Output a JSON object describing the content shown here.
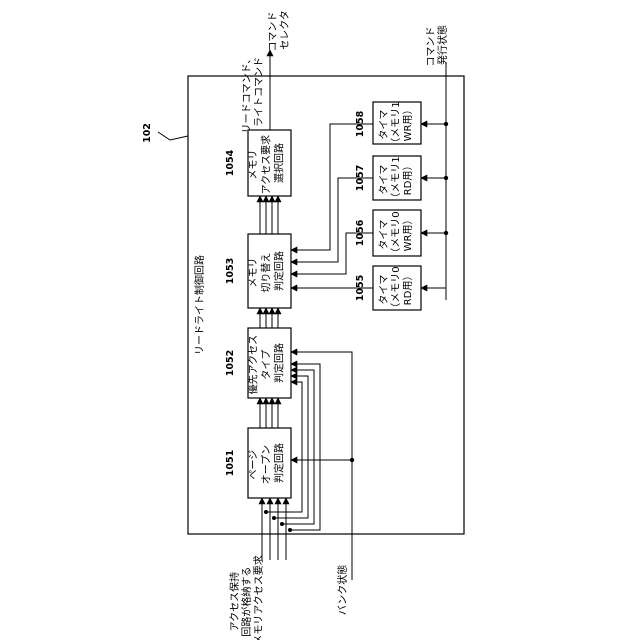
{
  "refs": {
    "main": "102",
    "page_open": "1051",
    "priority": "1052",
    "switch": "1053",
    "select": "1054",
    "timer_m0_rd": "1055",
    "timer_m0_wr": "1056",
    "timer_m1_rd": "1057",
    "timer_m1_wr": "1058"
  },
  "blocks": {
    "page_open": [
      "ページ",
      "オープン",
      "判定回路"
    ],
    "priority": [
      "優先アクセス",
      "タイプ",
      "判定回路"
    ],
    "switch": [
      "メモリ",
      "切り替え",
      "判定回路"
    ],
    "select": [
      "メモリ",
      "アクセス要求",
      "選択回路"
    ],
    "timer_m0_rd": [
      "タイマ",
      "（メモリ0",
      "RD用）"
    ],
    "timer_m0_wr": [
      "タイマ",
      "（メモリ0",
      "WR用）"
    ],
    "timer_m1_rd": [
      "タイマ",
      "（メモリ1",
      "RD用）"
    ],
    "timer_m1_wr": [
      "タイマ",
      "（メモリ1",
      "WR用）"
    ]
  },
  "labels": {
    "circuit": "リードライト制御回路",
    "input_req": [
      "アクセス保持",
      "回路が格納する",
      "メモリアクセス要求"
    ],
    "bank_state": "バンク状態",
    "output_cmd": [
      "リードコマンド、",
      "ライトコマンド"
    ],
    "command_selector": [
      "コマンド",
      "セレクタ"
    ],
    "command_issue": [
      "コマンド",
      "発行状態"
    ]
  }
}
